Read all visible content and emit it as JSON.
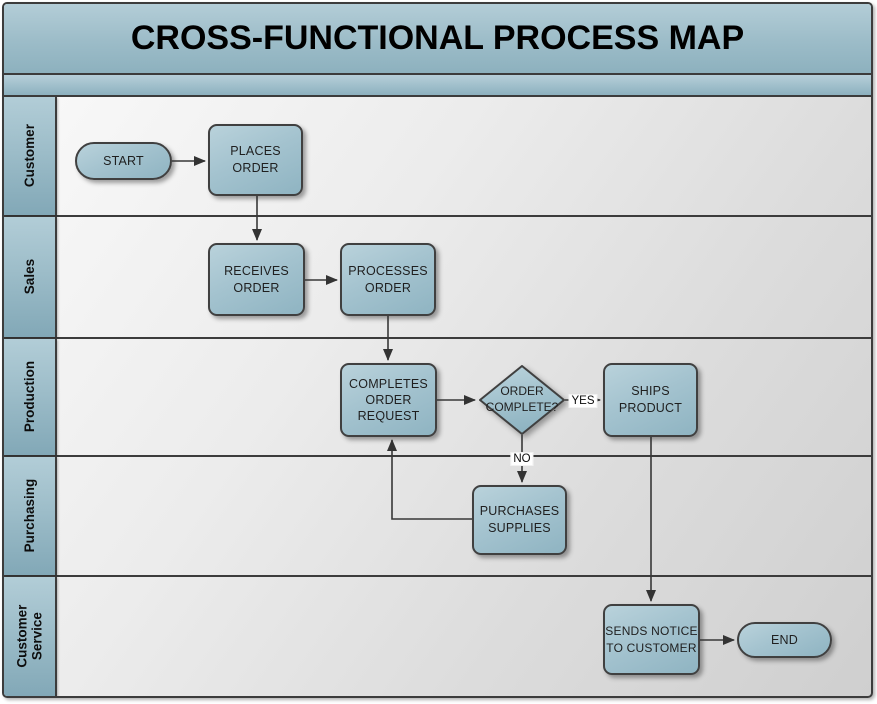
{
  "title": "CROSS-FUNCTIONAL PROCESS MAP",
  "lanes": [
    {
      "label": "Customer"
    },
    {
      "label": "Sales"
    },
    {
      "label": "Production"
    },
    {
      "label": "Purchasing"
    },
    {
      "label": "Customer Service"
    }
  ],
  "nodes": {
    "start": {
      "type": "terminator",
      "lane": "Customer",
      "label": "START"
    },
    "places_order": {
      "type": "process",
      "lane": "Customer",
      "label": "PLACES\nORDER"
    },
    "receives_order": {
      "type": "process",
      "lane": "Sales",
      "label": "RECEIVES\nORDER"
    },
    "processes_order": {
      "type": "process",
      "lane": "Sales",
      "label": "PROCESSES\nORDER"
    },
    "completes_order_request": {
      "type": "process",
      "lane": "Production",
      "label": "COMPLETES\nORDER\nREQUEST"
    },
    "order_complete": {
      "type": "decision",
      "lane": "Production",
      "label": "ORDER\nCOMPLETE?"
    },
    "ships_product": {
      "type": "process",
      "lane": "Production",
      "label": "SHIPS\nPRODUCT"
    },
    "purchases_supplies": {
      "type": "process",
      "lane": "Purchasing",
      "label": "PURCHASES\nSUPPLIES"
    },
    "sends_notice": {
      "type": "process",
      "lane": "Customer Service",
      "label": "SENDS NOTICE\nTO CUSTOMER"
    },
    "end": {
      "type": "terminator",
      "lane": "Customer Service",
      "label": "END"
    }
  },
  "edges": [
    {
      "from": "start",
      "to": "places_order"
    },
    {
      "from": "places_order",
      "to": "receives_order"
    },
    {
      "from": "receives_order",
      "to": "processes_order"
    },
    {
      "from": "processes_order",
      "to": "completes_order_request"
    },
    {
      "from": "completes_order_request",
      "to": "order_complete"
    },
    {
      "from": "order_complete",
      "to": "ships_product",
      "label": "YES"
    },
    {
      "from": "order_complete",
      "to": "purchases_supplies",
      "label": "NO"
    },
    {
      "from": "purchases_supplies",
      "to": "completes_order_request"
    },
    {
      "from": "ships_product",
      "to": "sends_notice"
    },
    {
      "from": "sends_notice",
      "to": "end"
    }
  ],
  "colors": {
    "shape_fill_top": "#b9d2db",
    "shape_fill_bottom": "#8fb4c2",
    "band_fill_top": "#b3cdd7",
    "band_fill_bottom": "#8db1be",
    "border": "#3c3c3c",
    "connector": "#383838",
    "lane_background": "#e7e7e7",
    "text": "#1f1f1f"
  }
}
